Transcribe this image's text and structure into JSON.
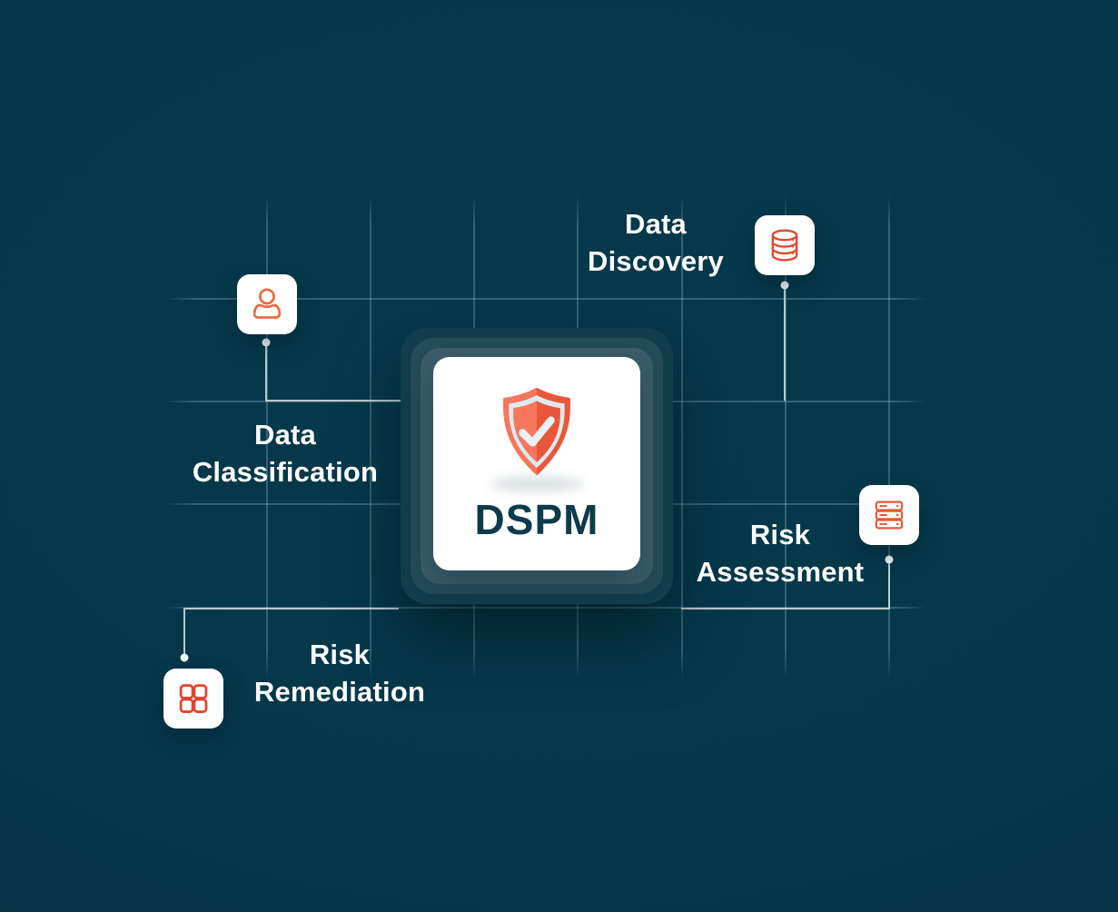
{
  "center": {
    "label": "DSPM",
    "icon": "shield-check-icon"
  },
  "nodes": [
    {
      "id": "data-discovery",
      "line1": "Data",
      "line2": "Discovery",
      "icon": "database-icon"
    },
    {
      "id": "data-classification",
      "line1": "Data",
      "line2": "Classification",
      "icon": "user-icon"
    },
    {
      "id": "risk-assessment",
      "line1": "Risk",
      "line2": "Assessment",
      "icon": "servers-icon"
    },
    {
      "id": "risk-remediation",
      "line1": "Risk",
      "line2": "Remediation",
      "icon": "grid-icon"
    }
  ],
  "colors": {
    "background": "#05374A",
    "card": "#FFFFFF",
    "shield_orange_light": "#F6775C",
    "shield_orange_dark": "#EA563A",
    "icon_stroke_database": "#E04A31",
    "icon_stroke_user": "#EB6C41",
    "icon_stroke_servers": "#E35A35",
    "icon_stroke_grid": "#E0452F",
    "dspm_text": "#0D3B4C",
    "label_text": "#FAFCFD",
    "grid_line": "rgba(160,200,210,0.30)",
    "connector": "rgba(212,224,228,0.85)"
  }
}
